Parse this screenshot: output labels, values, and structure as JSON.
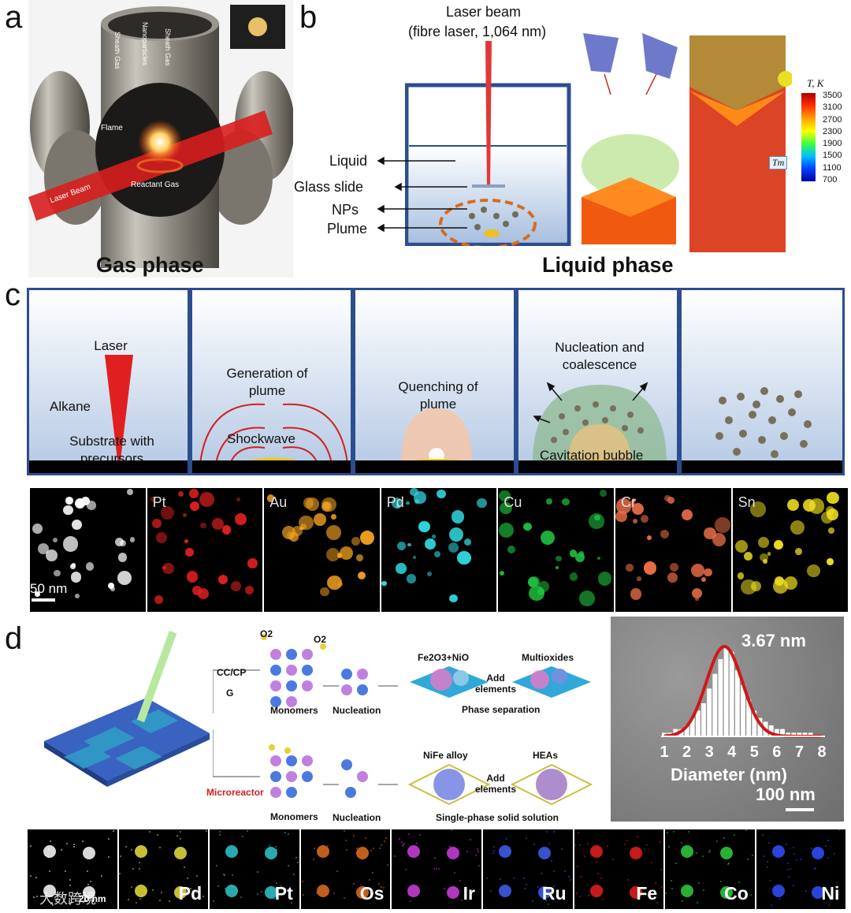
{
  "panels": {
    "a": "a",
    "b": "b",
    "c": "c",
    "d": "d"
  },
  "panel_a": {
    "caption": "Gas phase",
    "tube_labels": [
      "Sheath Gas",
      "Nanoparticles",
      "Sheath Gas"
    ],
    "flame": "Flame",
    "reactant_gas": "Reactant Gas",
    "laser_beam": "Laser Beam"
  },
  "panel_b": {
    "caption": "Liquid phase",
    "laser_title": "Laser beam",
    "laser_sub": "(fibre laser, 1,064 nm)",
    "labels": [
      "Liquid",
      "Glass slide",
      "NPs",
      "Plume"
    ],
    "colorbar_title": "T, K",
    "colorbar_ticks": [
      "3500",
      "3100",
      "2700",
      "2300",
      "1900",
      "1500",
      "1100",
      "700"
    ],
    "tm_label": "Tm"
  },
  "panel_c": {
    "stages": [
      {
        "title": "Laser",
        "label2": "Alkane",
        "label3": "Substrate with precursors"
      },
      {
        "title": "Generation of plume",
        "label2": "Shockwave"
      },
      {
        "title": "Quenching of plume"
      },
      {
        "title": "Nucleation and coalescence",
        "label2": "Cavitation bubble"
      },
      {
        "title": ""
      }
    ],
    "maps": [
      "",
      "Pt",
      "Au",
      "Pd",
      "Cu",
      "Cr",
      "Sn"
    ],
    "scale_bar": "50 nm",
    "map_colors": [
      "#ffffff",
      "#e02020",
      "#f0a020",
      "#30d8e0",
      "#20c040",
      "#f07048",
      "#f0e020"
    ]
  },
  "panel_d": {
    "o2": "O2",
    "route1": "CC/CP",
    "route1_sub": "G",
    "route2": "Microreactor",
    "monomers": "Monomers",
    "nucleation": "Nucleation",
    "top_left": "Fe2O3+NiO",
    "top_right": "Multioxides",
    "add_elements": "Add elements",
    "phase_sep": "Phase separation",
    "bot_left": "NiFe alloy",
    "bot_right": "HEAs",
    "single_phase": "Single-phase solid solution",
    "hist_value": "3.67 nm",
    "hist_xlabel": "Diameter (nm)",
    "hist_ticks": [
      "1",
      "2",
      "3",
      "4",
      "5",
      "6",
      "7",
      "8"
    ],
    "hist_scale": "100 nm",
    "maps": [
      "",
      "Pd",
      "Pt",
      "Os",
      "Ir",
      "Ru",
      "Fe",
      "Co",
      "Ni"
    ],
    "map_scale": "20 nm",
    "map_colors": [
      "#ffffff",
      "#e8e040",
      "#30c8d0",
      "#e07020",
      "#d040e0",
      "#4060f0",
      "#e82020",
      "#30d040",
      "#3050ff"
    ],
    "watermark": "大数跨境"
  },
  "chart_data": {
    "type": "bar",
    "categories": [
      "1",
      "1.25",
      "1.5",
      "1.75",
      "2",
      "2.25",
      "2.5",
      "2.75",
      "3",
      "3.25",
      "3.5",
      "3.75",
      "4",
      "4.25",
      "4.5",
      "4.75",
      "5",
      "5.25",
      "5.5",
      "5.75",
      "6",
      "6.25",
      "6.5",
      "6.75",
      "7",
      "7.25",
      "7.5"
    ],
    "values": [
      1,
      1,
      2,
      2,
      3,
      5,
      7,
      9,
      13,
      17,
      21,
      24,
      23,
      18,
      14,
      10,
      7,
      5,
      4,
      3,
      2,
      2,
      1,
      1,
      1,
      1,
      1
    ],
    "fit_peak": 3.67,
    "xlabel": "Diameter (nm)",
    "xlim": [
      1,
      8
    ]
  }
}
